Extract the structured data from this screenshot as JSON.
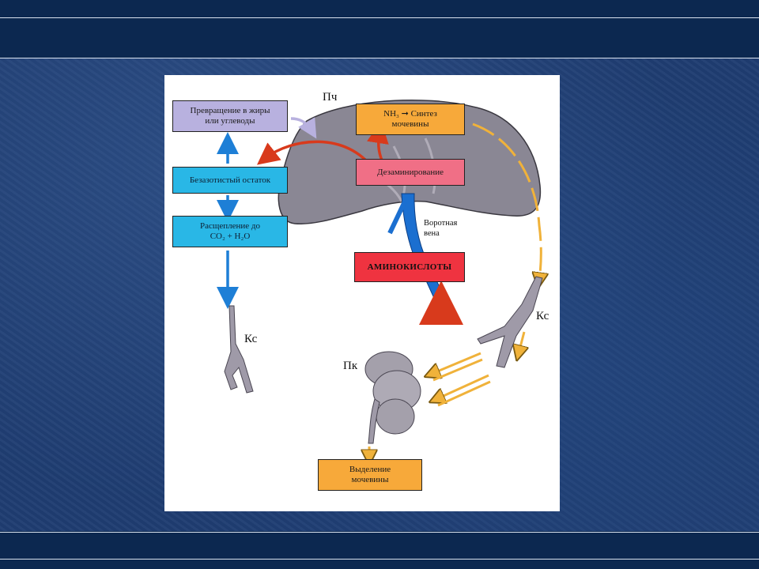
{
  "slide": {
    "colors": {
      "background": "#1f3d72",
      "band": "#0c2850",
      "rule": "#d9e2ee"
    }
  },
  "diagram": {
    "boxes": {
      "conversion_line1": "Превращение в жиры",
      "conversion_line2": "или углеводы",
      "nonnitrogen_residue": "Безазотистый остаток",
      "breakdown_line1": "Расщепление до",
      "breakdown_line2": "CO₂  + H₂O",
      "urea_synthesis_line1": "NH₃ ➞ Синтез",
      "urea_synthesis_line2": "мочевины",
      "deamination": "Дезаминирование",
      "amino_acids": "АМИНОКИСЛОТЫ",
      "urea_excretion_line1": "Выделение",
      "urea_excretion_line2": "мочевины"
    },
    "labels": {
      "liver": "Пч",
      "portal_vein_line1": "Воротная",
      "portal_vein_line2": "вена",
      "blood_vessel_left": "Кс",
      "blood_vessel_right": "Кс",
      "kidney": "Пк"
    },
    "colors": {
      "liver": "#8a8794",
      "portal_vein": "#1b6fd0",
      "arrow_blue": "#1e7fd6",
      "arrow_red": "#d83a1c",
      "arrow_orange": "#f0b23a",
      "vessel": "#9f9aa8",
      "kidney": "#a4a0ab"
    }
  }
}
